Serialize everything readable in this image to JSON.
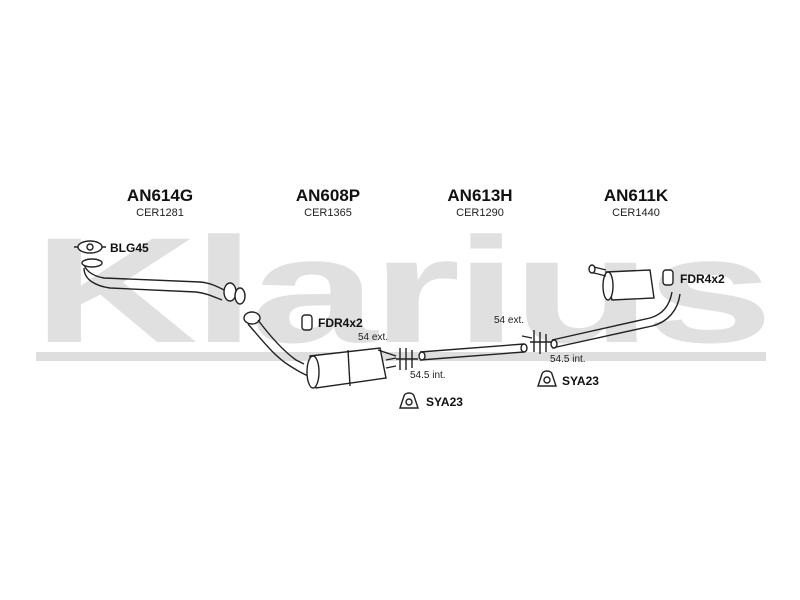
{
  "watermark": {
    "text": "Klarius",
    "color": "#d9d9d9"
  },
  "parts": [
    {
      "code": "AN614G",
      "ref": "CER1281"
    },
    {
      "code": "AN608P",
      "ref": "CER1365"
    },
    {
      "code": "AN613H",
      "ref": "CER1290"
    },
    {
      "code": "AN611K",
      "ref": "CER1440"
    }
  ],
  "fittings": {
    "gasket": "BLG45",
    "clamp_front": "FDR4x2",
    "clamp_rear": "FDR4x2",
    "hanger_1": "SYA23",
    "hanger_2": "SYA23"
  },
  "dimensions": {
    "ext_1": "54 ext.",
    "int_1": "54.5 int.",
    "ext_2": "54 ext.",
    "int_2": "54.5 int."
  }
}
